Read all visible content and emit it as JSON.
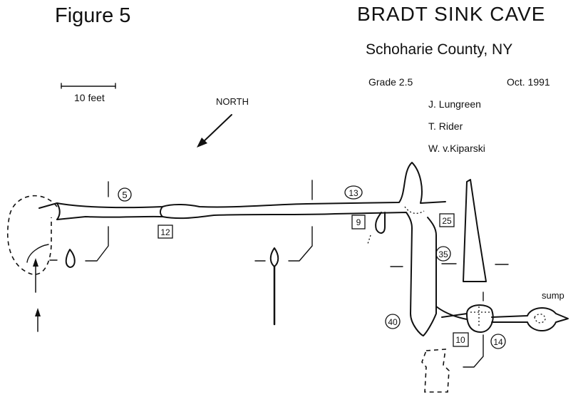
{
  "figure_label": "Figure 5",
  "title": "BRADT SINK CAVE",
  "subtitle": "Schoharie County, NY",
  "grade": "Grade 2.5",
  "date": "Oct. 1991",
  "surveyors": [
    "J. Lungreen",
    "T. Rider",
    "W. v.Kiparski"
  ],
  "scale_label": "10 feet",
  "north_label": "NORTH",
  "sump_label": "sump",
  "circled_depths": [
    "5",
    "13",
    "35",
    "40",
    "14"
  ],
  "boxed_depths": [
    "12",
    "9",
    "25",
    "10"
  ]
}
